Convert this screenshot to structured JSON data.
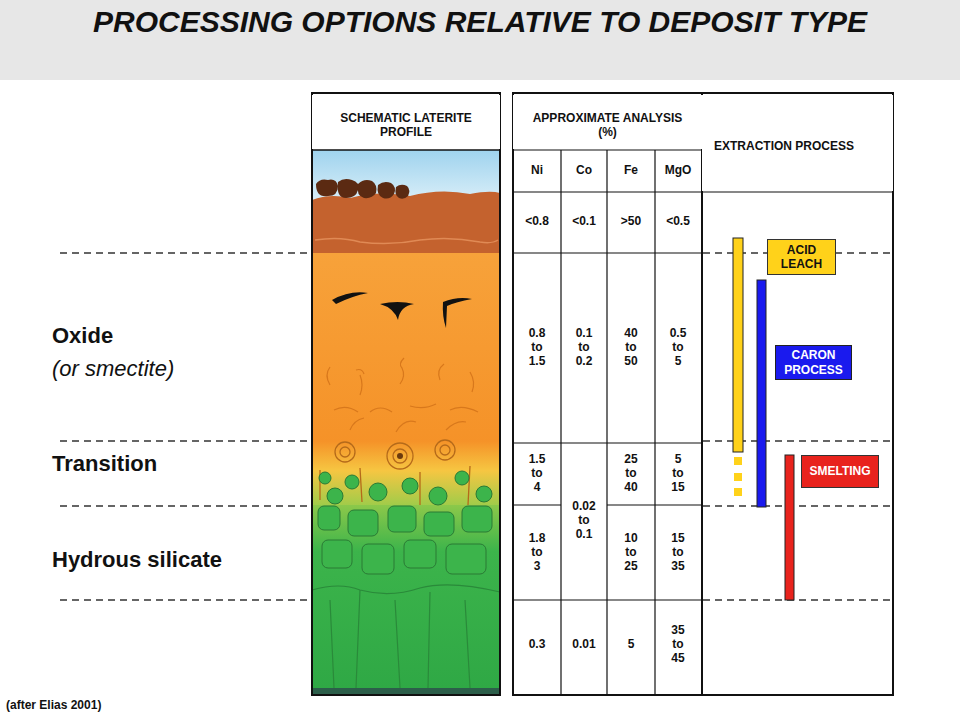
{
  "diagram": {
    "title": "PROCESSING OPTIONS RELATIVE TO DEPOSIT TYPE",
    "caption": "(after Elias 2001)",
    "nodes": [
      {
        "text": [
          "SCHEMATIC LATERITE PROFILE"
        ]
      },
      {
        "text": [
          "APPROXIMATE ANALYSIS (%)"
        ]
      },
      {
        "text": [
          "EXTRACTION PROCESS"
        ]
      },
      {
        "text": [
          "ACID LEACH"
        ]
      },
      {
        "text": [
          "CARON PROCESS"
        ]
      },
      {
        "text": [
          "SMELTING"
        ]
      }
    ],
    "labels": [
      "Oxide",
      "(or smectite)",
      "Transition",
      "Hydrous silicate",
      "Ni",
      "Co",
      "Fe",
      "MgO",
      "<0.8",
      "<0.1",
      ">50",
      "<0.5",
      "0.8 to 1.5",
      "0.1 to 0.2",
      "40 to 50",
      "0.5 to 5",
      "1.5 to 4",
      "25 to 40",
      "5 to 15",
      "1.8 to 3",
      "0.02 to 0.1",
      "10 to 25",
      "15 to 35",
      "0.3",
      "0.01",
      "5",
      "35 to 45"
    ]
  }
}
